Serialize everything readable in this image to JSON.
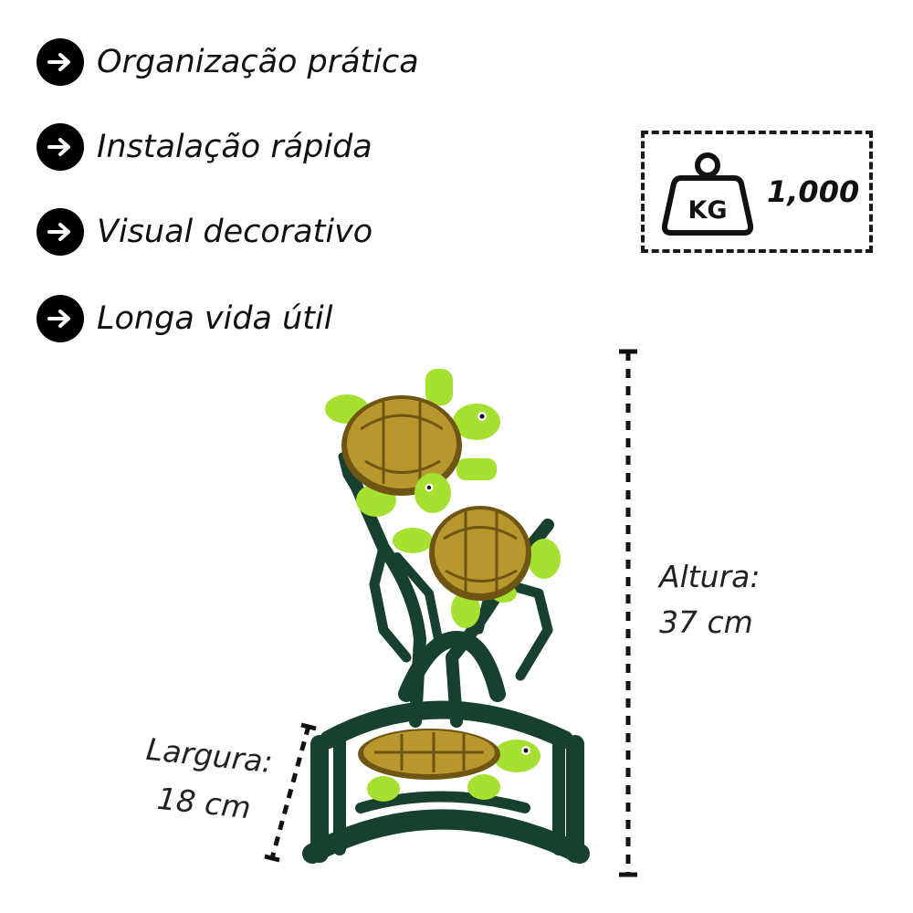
{
  "features": [
    {
      "icon": "arrow-right-icon",
      "label": "Organização prática"
    },
    {
      "icon": "arrow-right-icon",
      "label": "Instalação rápida"
    },
    {
      "icon": "arrow-right-icon",
      "label": "Visual decorativo"
    },
    {
      "icon": "arrow-right-icon",
      "label": "Longa vida útil"
    }
  ],
  "weight": {
    "icon": "weight-kg-icon",
    "unit_label": "KG",
    "value": "1,000"
  },
  "dimensions": {
    "height_label": "Altura:",
    "height_value": "37 cm",
    "width_label": "Largura:",
    "width_value": "18 cm"
  },
  "product": {
    "image": "turtle-hose-holder-image"
  },
  "colors": {
    "metal": "#17402f",
    "turtle_green": "#a6e030",
    "shell_gold": "#b8972e",
    "shell_dark": "#6f5514"
  }
}
